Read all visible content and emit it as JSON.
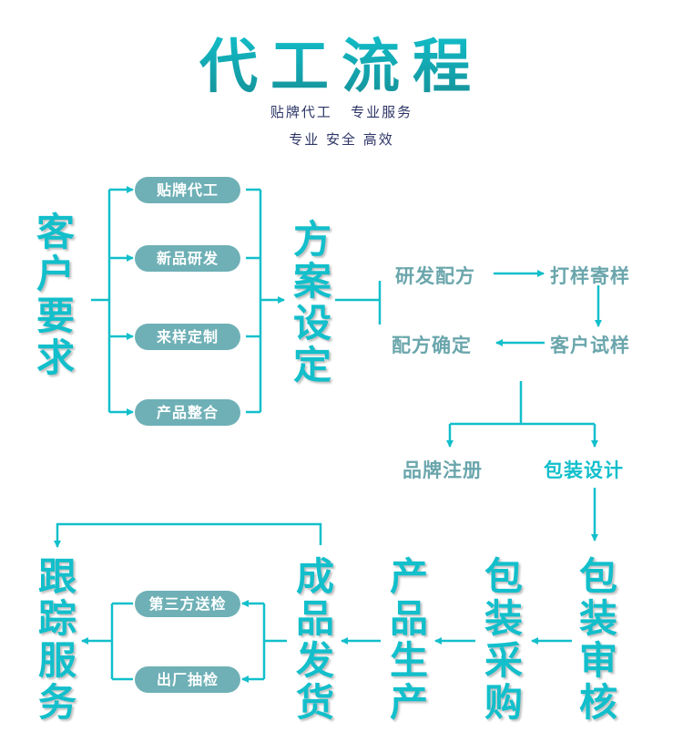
{
  "header": {
    "title": "代工流程",
    "subtitle_line1": "贴牌代工   专业服务",
    "subtitle_line2": "专业 安全 高效"
  },
  "stages": {
    "customer_request": "客户要求",
    "plan_setting": "方案设定",
    "tracking_service": "跟踪服务",
    "shipment": "成品发货",
    "production": "产品生产",
    "packaging_purchase": "包装采购",
    "packaging_review": "包装审核"
  },
  "options": [
    "贴牌代工",
    "新品研发",
    "来样定制",
    "产品整合"
  ],
  "formula": {
    "rd": "研发配方",
    "sample_send": "打样寄样",
    "customer_trial": "客户试样",
    "confirm": "配方确定"
  },
  "branch": {
    "brand_registration": "品牌注册",
    "packaging_design": "包装设计"
  },
  "inspection": [
    "第三方送检",
    "出厂抽检"
  ],
  "colors": {
    "accent": "#12bfcb",
    "pill": "#6eb0b6",
    "muted_text": "#6aa6ac",
    "subtitle": "#2d3566"
  }
}
